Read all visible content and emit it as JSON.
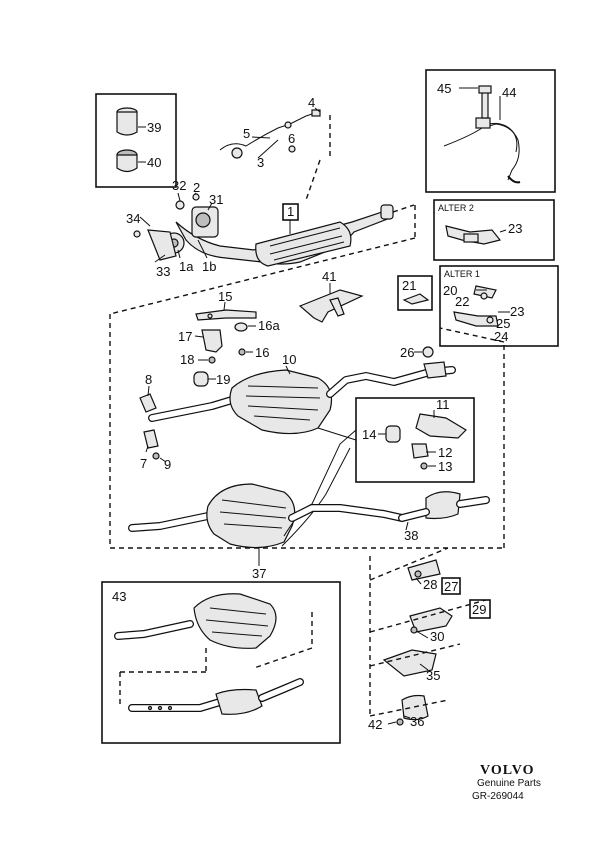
{
  "labels": {
    "p1": "1",
    "p1a": "1a",
    "p1b": "1b",
    "p2": "2",
    "p3": "3",
    "p4": "4",
    "p5": "5",
    "p6": "6",
    "p7": "7",
    "p8": "8",
    "p9": "9",
    "p10": "10",
    "p11": "11",
    "p12": "12",
    "p13": "13",
    "p14": "14",
    "p15": "15",
    "p16": "16",
    "p16a": "16a",
    "p17": "17",
    "p18": "18",
    "p19": "19",
    "p20": "20",
    "p21": "21",
    "p22": "22",
    "p23a": "23",
    "p23b": "23",
    "p24": "24",
    "p25": "25",
    "p26": "26",
    "p27": "27",
    "p28": "28",
    "p29": "29",
    "p30": "30",
    "p31": "31",
    "p32": "32",
    "p33": "33",
    "p34": "34",
    "p35": "35",
    "p36": "36",
    "p37": "37",
    "p38": "38",
    "p39": "39",
    "p40": "40",
    "p41": "41",
    "p42": "42",
    "p43": "43",
    "p44": "44",
    "p45": "45"
  },
  "inset_titles": {
    "alter2": "ALTER 2",
    "alter1": "ALTER 1"
  },
  "footer": {
    "brand": "VOLVO",
    "subtitle": "Genuine Parts",
    "code": "GR-269044"
  }
}
